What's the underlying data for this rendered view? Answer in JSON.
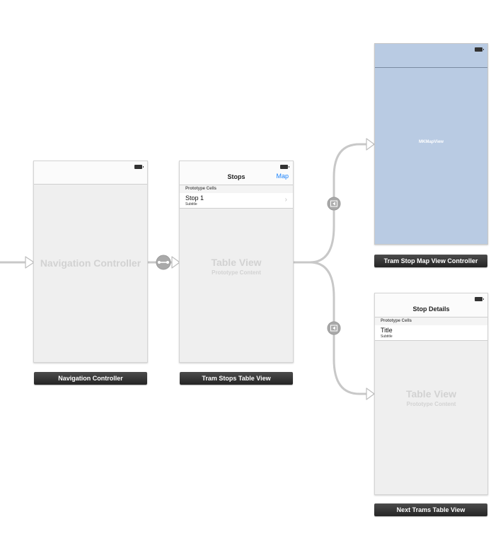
{
  "scenes": {
    "navigation_controller": {
      "placeholder": "Navigation Controller",
      "label": "Navigation Controller"
    },
    "tram_stops": {
      "nav_title": "Stops",
      "nav_button": "Map",
      "section_header": "Prototype Cells",
      "cell_title": "Stop 1",
      "cell_subtitle": "Subtitle",
      "placeholder_title": "Table View",
      "placeholder_sub": "Prototype Content",
      "label": "Tram Stops Table View"
    },
    "map_view": {
      "map_label": "MKMapView",
      "label": "Tram Stop Map View Controller"
    },
    "next_trams": {
      "nav_title": "Stop Details",
      "section_header": "Prototype Cells",
      "cell_title": "Title",
      "cell_subtitle": "Subtitle",
      "placeholder_title": "Table View",
      "placeholder_sub": "Prototype Content",
      "label": "Next Trams Table View"
    }
  },
  "icons": {
    "battery": "battery-icon",
    "chevron": "chevron-right-icon",
    "relationship_segue": "relationship-segue-icon",
    "push_segue": "push-segue-icon"
  },
  "colors": {
    "canvas": "#ffffff",
    "scene_background": "#efefef",
    "map_view": "#b9cbe3",
    "scene_label": "#2f2f2f",
    "tint": "#1a82fb",
    "connector": "#c8c8c8"
  }
}
